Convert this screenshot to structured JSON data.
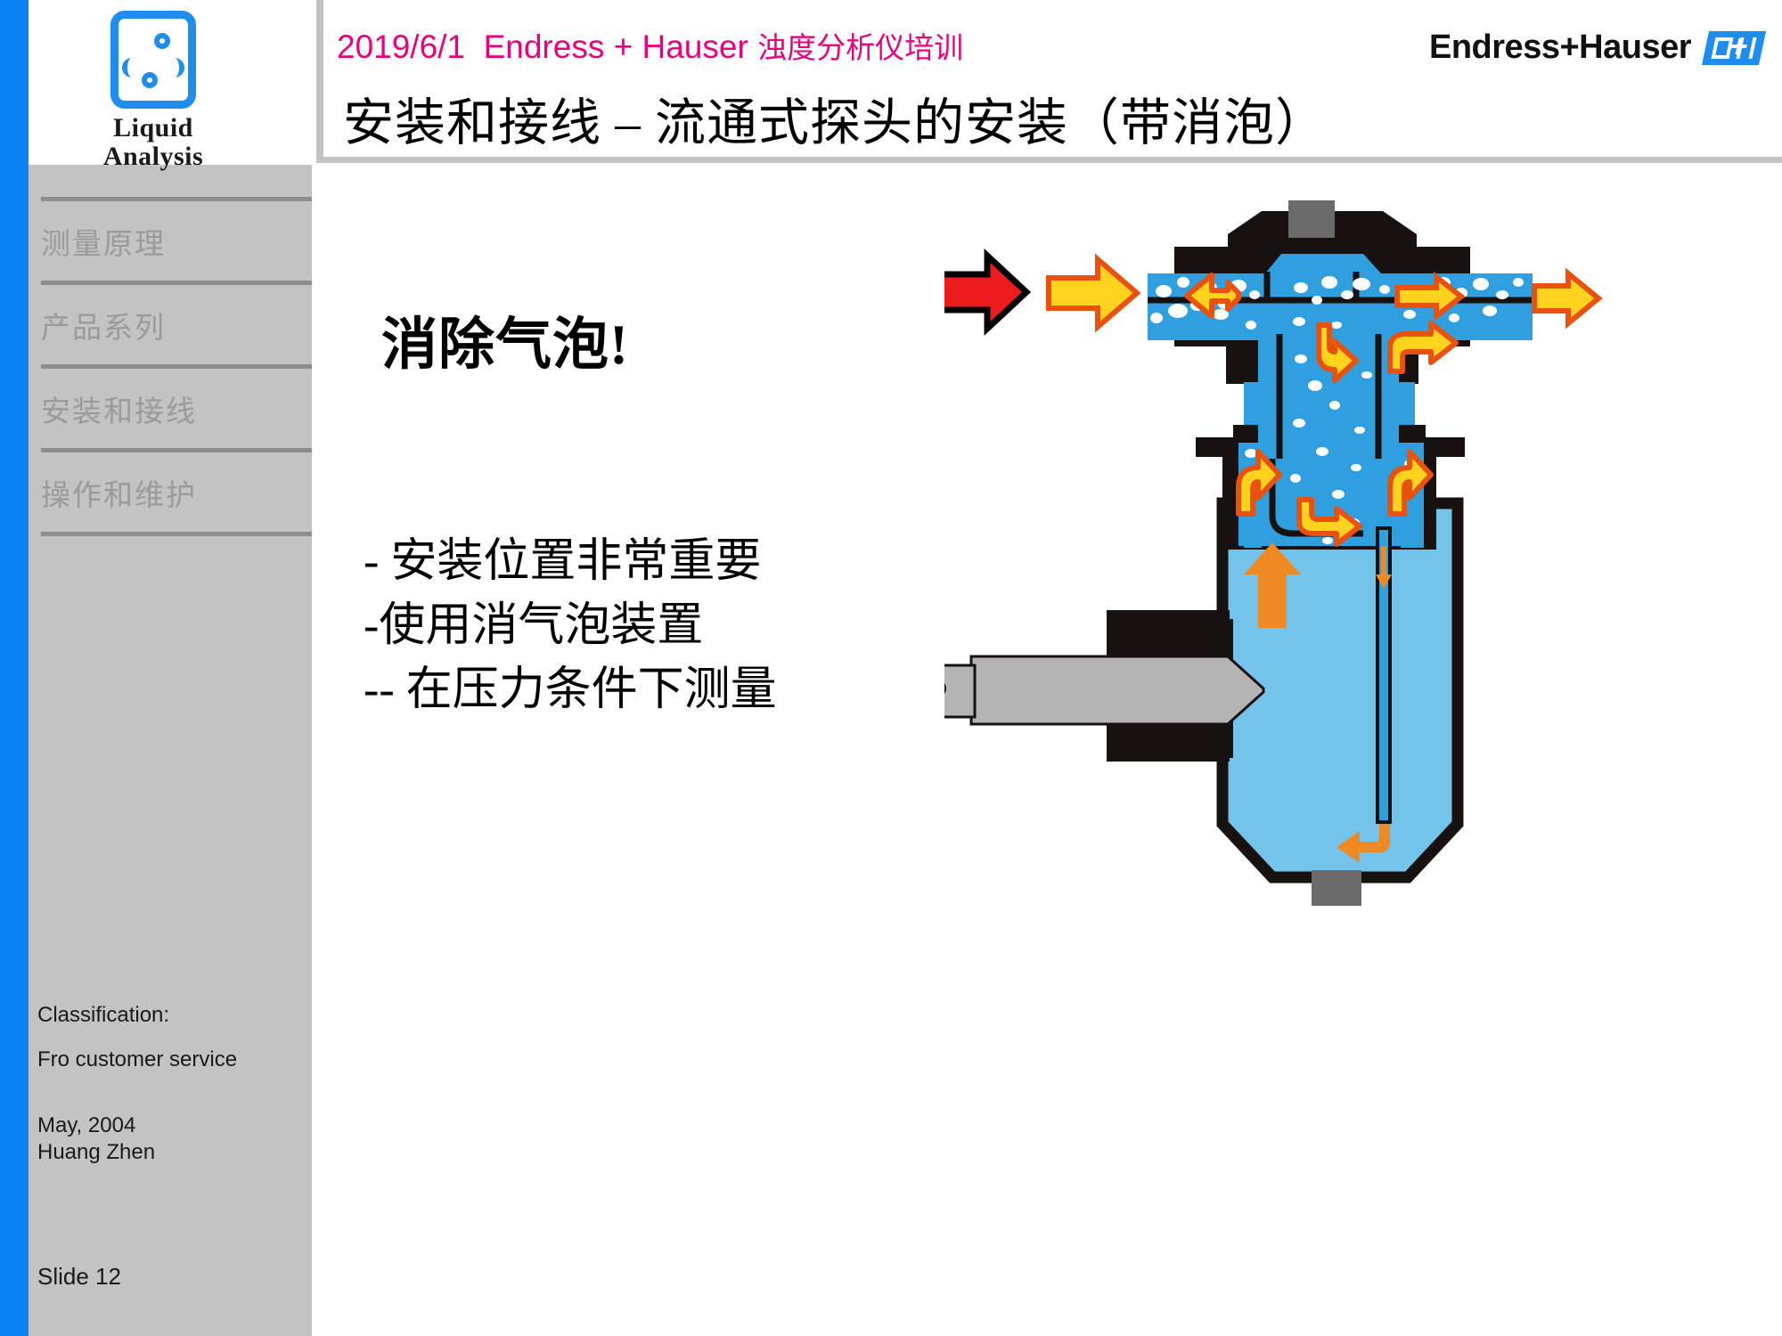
{
  "brand": {
    "rail_color": "#0a84f5",
    "accent_color": "#e6007e",
    "logo_title_line1": "Liquid",
    "logo_title_line2": "Analysis",
    "company_name": "Endress+Hauser",
    "logo_icon": "liquid-analysis-icon",
    "mark_icon": "endress-hauser-mark-icon"
  },
  "header": {
    "date": "2019/6/1",
    "company": "Endress + Hauser",
    "course": "浊度分析仪培训",
    "title": "安装和接线 – 流通式探头的安装（带消泡）"
  },
  "sidebar": {
    "items": [
      {
        "label": "测量原理"
      },
      {
        "label": "产品系列"
      },
      {
        "label": "安装和接线"
      },
      {
        "label": "操作和维护"
      }
    ],
    "classification_label": "Classification:",
    "classification_value": "Fro customer service",
    "date": "May, 2004",
    "author": "Huang Zhen",
    "slide_number": "Slide 12"
  },
  "content": {
    "kicker": "消除气泡!",
    "bullets": [
      "-  安装位置非常重要",
      "-使用消气泡装置",
      "-- 在压力条件下测量"
    ]
  },
  "figure": {
    "name": "flow-through-probe-with-bubble-trap-diagram",
    "colors": {
      "liquid_dark": "#2f9fe0",
      "liquid_light": "#73c3ea",
      "housing": "#17110f",
      "metal_gray": "#b4b4b4",
      "port_gray": "#6b6b6b",
      "flow_arrow_yellow": "#ffd21e",
      "flow_arrow_outline": "#e8510e",
      "inlet_arrow_red": "#ec1c1c",
      "orange_arrow": "#ef8a22",
      "bubble": "#ffffff"
    },
    "elements": [
      "red-inlet-arrow",
      "yellow-inlet-arrow",
      "horizontal-flow-channel-with-bubbles",
      "bubble-trap-head",
      "downcomer-tube",
      "measuring-chamber",
      "turbidity-sensor-probe",
      "sensor-cable",
      "bottom-drain-port",
      "top-vent-port"
    ]
  }
}
